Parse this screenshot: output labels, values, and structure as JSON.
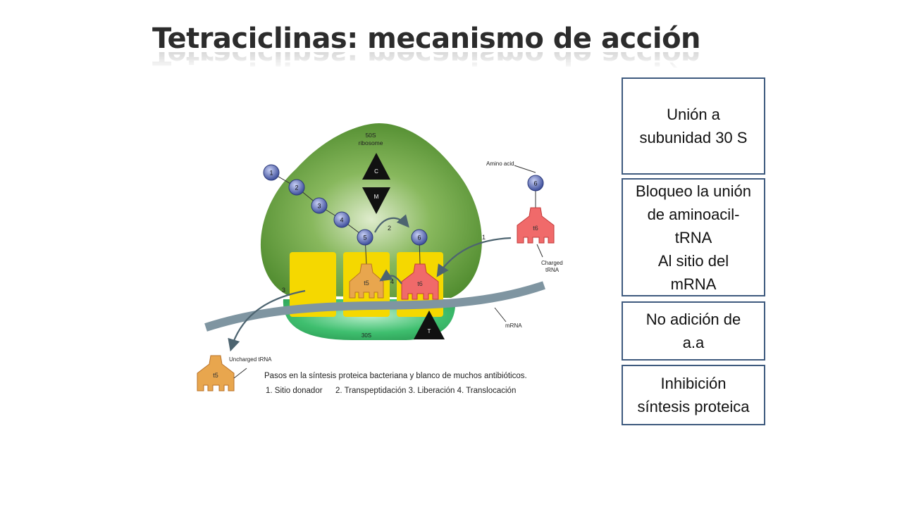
{
  "slide": {
    "title": "Tetraciclinas: mecanismo de acción"
  },
  "diagram": {
    "ribosome_50s": "50S",
    "ribosome_50s_sub": "ribosome",
    "ribosome_30s": "30S",
    "site_c": "C",
    "site_m": "M",
    "site_t": "T",
    "amino_acid_label": "Amino acid",
    "charged_trna_1": "Charged",
    "charged_trna_2": "tRNA",
    "uncharged_trna": "Uncharged tRNA",
    "mrna_label": "mRNA",
    "chain": [
      "1",
      "2",
      "3",
      "4",
      "5"
    ],
    "aa6": "6",
    "trna_t5": "t5",
    "trna_t6": "t6",
    "steps": [
      "1",
      "2",
      "3",
      "4"
    ],
    "caption_line1": "Pasos en la síntesis proteica bacteriana y blanco de muchos antibióticos.",
    "caption_line2a": "1. Sitio donador",
    "caption_line2b": "2. Transpeptidación 3. Liberación 4. Translocación",
    "colors": {
      "ribosome_50s": "#5f9a3a",
      "ribosome_30s": "#3db86a",
      "site_box": "#f5d800",
      "trna_orange": "#e8a64e",
      "trna_red": "#f06a6a",
      "mrna": "#7f95a1",
      "amino_acid": "#4d5fa8"
    }
  },
  "boxes": [
    {
      "text": "Unión a\nsubunidad 30 S"
    },
    {
      "text": "Bloqueo la unión\nde aminoacil-\ntRNA\nAl sitio del\nmRNA"
    },
    {
      "text": "No adición de\na.a"
    },
    {
      "text": "Inhibición\nsíntesis proteica"
    }
  ]
}
